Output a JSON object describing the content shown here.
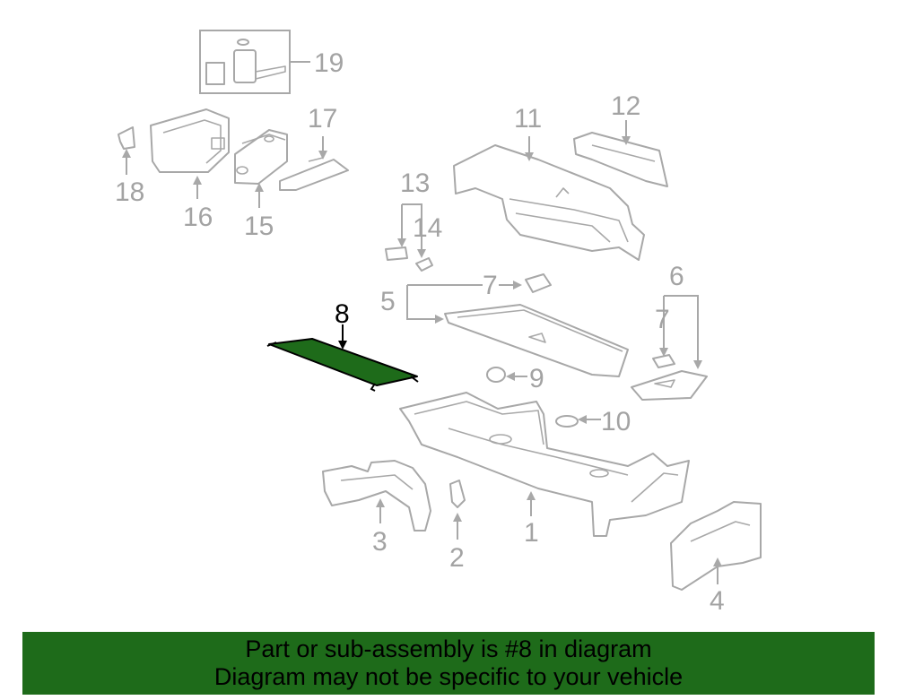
{
  "diagram": {
    "highlight_color": "#1e6b1a",
    "callouts": {
      "c1": "1",
      "c2": "2",
      "c3": "3",
      "c4": "4",
      "c5": "5",
      "c6": "6",
      "c7a": "7",
      "c7b": "7",
      "c8": "8",
      "c9": "9",
      "c10": "10",
      "c11": "11",
      "c12": "12",
      "c13": "13",
      "c14": "14",
      "c15": "15",
      "c16": "16",
      "c17": "17",
      "c18": "18",
      "c19": "19"
    }
  },
  "banner": {
    "line1": "Part or sub-assembly is #8 in diagram",
    "line2": "Diagram may not be specific to your vehicle",
    "background": "#1e6b1a"
  }
}
